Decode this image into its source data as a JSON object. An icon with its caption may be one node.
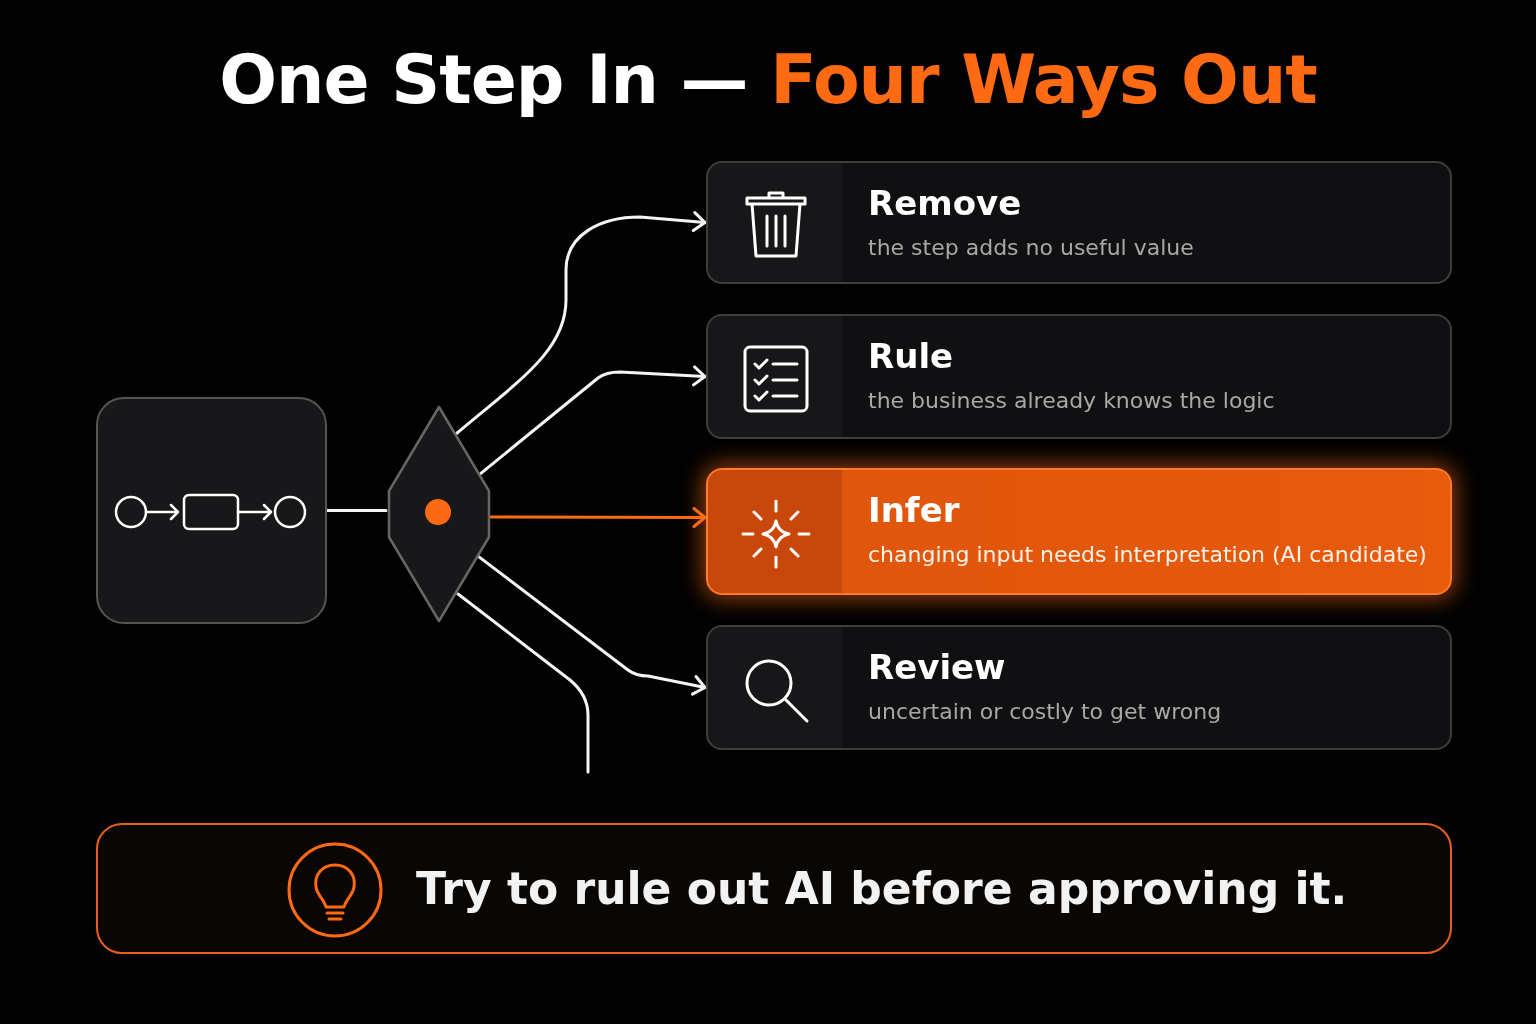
{
  "diagram": {
    "title": "One Step In — Four Ways Out",
    "nodes": [
      {
        "text": [],
        "shape": "box"
      },
      {
        "text": [],
        "shape": "diamond"
      },
      {
        "text": [
          "Remove",
          "the step adds no useful value"
        ]
      },
      {
        "text": [
          "Rule",
          "the business already knows the logic"
        ]
      },
      {
        "text": [
          "Infer",
          "changing input needs interpretation (AI candidate)"
        ]
      },
      {
        "text": [
          "Review",
          "uncertain or costly to get wrong"
        ]
      },
      {
        "text": [
          "Try to rule out AI before approving it."
        ]
      }
    ],
    "edges": [
      {
        "from": 0,
        "to": 1,
        "arrow": "none"
      },
      {
        "from": 1,
        "to": 2,
        "arrow": "to"
      },
      {
        "from": 1,
        "to": 3,
        "arrow": "to"
      },
      {
        "from": 1,
        "to": 4,
        "arrow": "to",
        "color": "#ff6a13"
      },
      {
        "from": 1,
        "to": 5,
        "arrow": "to"
      },
      {
        "from": 1,
        "to": null,
        "arrow": "none"
      }
    ]
  }
}
